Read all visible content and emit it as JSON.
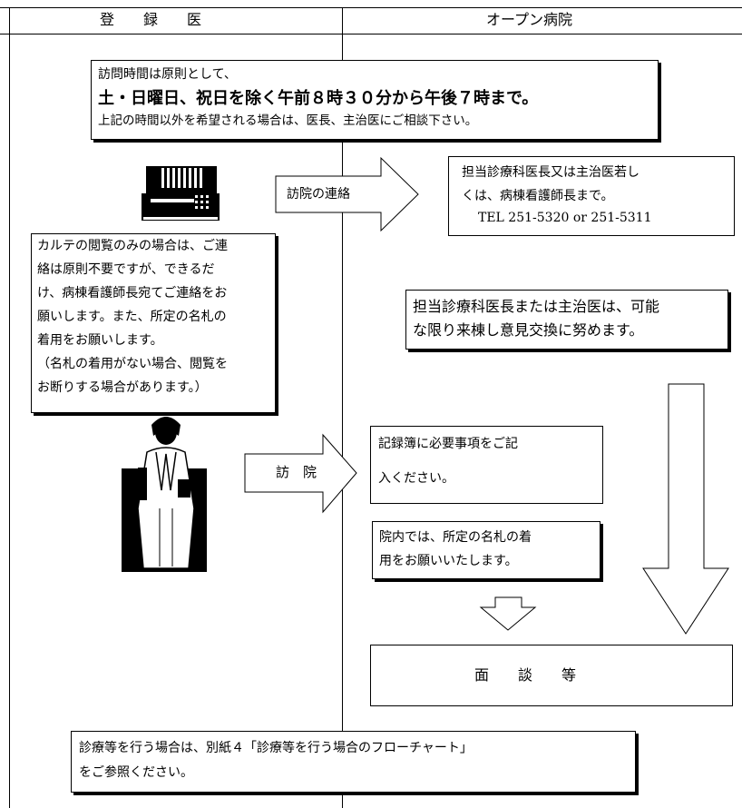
{
  "header": {
    "left_title": "登　　録　　医",
    "right_title": "オープン病院"
  },
  "visit_hours": {
    "line1": "訪問時間は原則として、",
    "line2": "土・日曜日、祝日を除く午前８時３０分から午後７時まで。",
    "line3": "上記の時間以外を希望される場合は、医長、主治医にご相談下さい。"
  },
  "contact_arrow_label": "訪院の連絡",
  "contact_box": {
    "line1": "担当診療科医長又は主治医若し",
    "line2": "くは、病棟看護師長まで。",
    "line3": "TEL 251-5320 or 251-5311"
  },
  "chart_note": {
    "lines": [
      "カルテの閲覧のみの場合は、ご連",
      "絡は原則不要ですが、できるだ",
      "け、病棟看護師長宛てご連絡をお",
      "願いします。また、所定の名札の",
      "着用をお願いします。",
      "（名札の着用がない場合、閲覧を",
      "お断りする場合があります。）"
    ]
  },
  "opinion_box": {
    "line1": "担当診療科医長または主治医は、可能",
    "line2": "な限り来棟し意見交換に努めます。"
  },
  "visit_arrow_label": "訪　院",
  "register_box": {
    "line1": "記録簿に必要事項をご記",
    "line2": "入ください。"
  },
  "nametag_box": {
    "line1": "院内では、所定の名札の着",
    "line2": "用をお願いいたします。"
  },
  "interview_box": "面　　談　　等",
  "bottom_box": {
    "line1": "診療等を行う場合は、別紙４「診療等を行う場合のフローチャート」",
    "line2": "をご参照ください。"
  },
  "icons": {
    "fax": "fax-machine-icon",
    "doctor": "doctor-figure-icon"
  }
}
